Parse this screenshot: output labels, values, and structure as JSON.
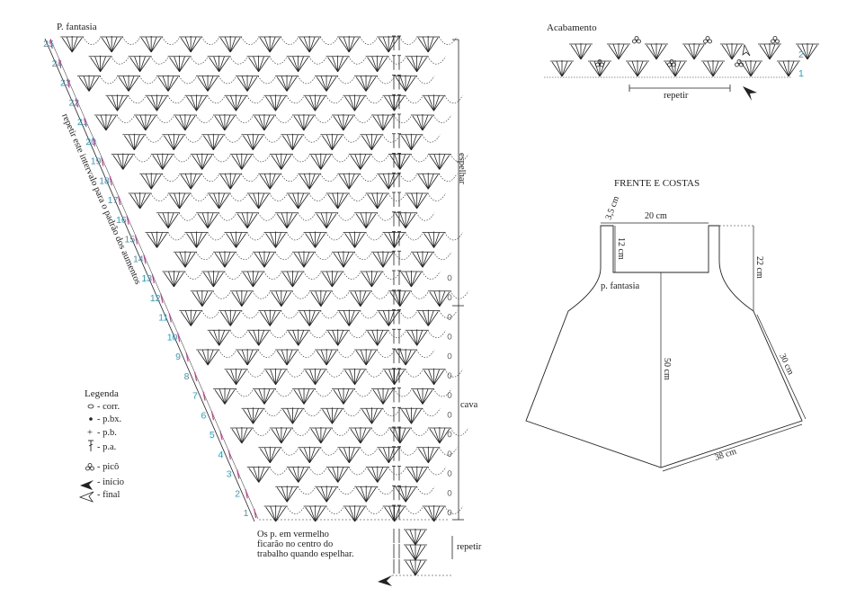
{
  "main_chart": {
    "title": "P. fantasia",
    "diagonal_note": "repetir este intervalo para o padrão dos aumentos",
    "espelhar_label": "espelhar",
    "cava_label": "cava",
    "repetir_label": "repetir",
    "red_note": [
      "Os p. em vermelho",
      "ficarão no centro do",
      "trabalho quando espelhar."
    ],
    "row_numbers": [
      "1",
      "2",
      "3",
      "4",
      "5",
      "6",
      "7",
      "8",
      "9",
      "10",
      "11",
      "12",
      "13",
      "14",
      "15",
      "16",
      "17",
      "18",
      "19",
      "20",
      "21",
      "22",
      "23",
      "24",
      "25"
    ]
  },
  "legend": {
    "title": "Legenda",
    "items": [
      {
        "symbol": "chain",
        "label": "- corr."
      },
      {
        "symbol": "slip-stitch",
        "label": "- p.bx."
      },
      {
        "symbol": "single-crochet",
        "label": "- p.b."
      },
      {
        "symbol": "double-crochet",
        "label": "- p.a."
      },
      {
        "symbol": "picot",
        "label": "- picô"
      },
      {
        "symbol": "start-arrow",
        "label": "- início"
      },
      {
        "symbol": "end-arrow",
        "label": "- final"
      }
    ]
  },
  "acabamento": {
    "title": "Acabamento",
    "repetir_label": "repetir",
    "row_numbers": [
      "1",
      "2"
    ]
  },
  "schematic": {
    "title": "FRENTE E COSTAS",
    "dimensions": [
      "3,5 cm",
      "20 cm",
      "12 cm",
      "22 cm",
      "50 cm",
      "30 cm",
      "38 cm"
    ],
    "pattern_label": "p. fantasia"
  },
  "colors": {
    "ink": "#222222",
    "row_number_blue": "#2a9fc9",
    "highlight_magenta": "#d6338a"
  }
}
